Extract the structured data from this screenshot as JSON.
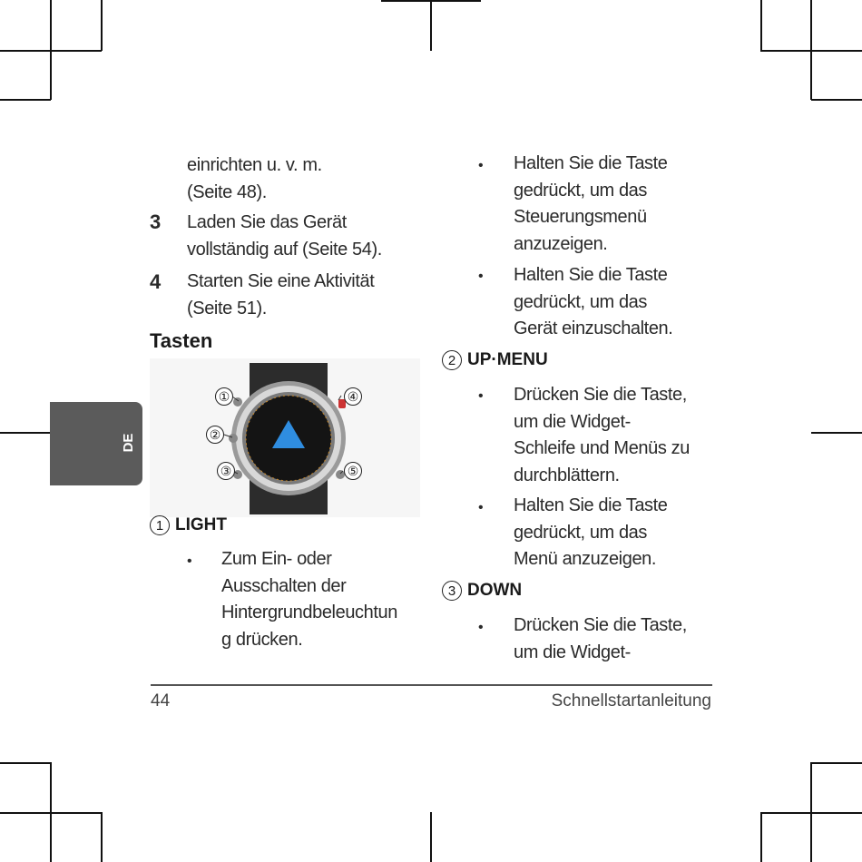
{
  "left_column": {
    "cont_lines": [
      "einrichten u. v. m.",
      "(Seite 48)."
    ],
    "step3": {
      "num": "3",
      "lines": [
        "Laden Sie das Gerät",
        "vollständig auf (Seite 54)."
      ]
    },
    "step4": {
      "num": "4",
      "lines": [
        "Starten Sie eine Aktivität",
        "(Seite 51)."
      ]
    },
    "heading": "Tasten",
    "callouts": [
      "①",
      "②",
      "③",
      "④",
      "⑤"
    ],
    "light": {
      "num": "1",
      "label": "LIGHT",
      "bullet_lines": [
        "Zum Ein- oder",
        "Ausschalten der",
        "Hintergrundbeleuchtun",
        "g drücken."
      ]
    }
  },
  "right_column": {
    "bullet1_lines": [
      "Halten Sie die Taste",
      "gedrückt, um das",
      "Steuerungsmenü",
      "anzuzeigen."
    ],
    "bullet2_lines": [
      "Halten Sie die Taste",
      "gedrückt, um das",
      "Gerät einzuschalten."
    ],
    "upmenu": {
      "num": "2",
      "label": "UP·MENU",
      "bullet1_lines": [
        "Drücken Sie die Taste,",
        "um die Widget-",
        "Schleife und Menüs zu",
        "durchblättern."
      ],
      "bullet2_lines": [
        "Halten Sie die Taste",
        "gedrückt, um das",
        "Menü anzuzeigen."
      ]
    },
    "down": {
      "num": "3",
      "label": "DOWN",
      "bullet1_lines": [
        "Drücken Sie die Taste,",
        "um die Widget-"
      ]
    },
    "bullet_char": "•"
  },
  "side_tab": {
    "label": "DE"
  },
  "footer": {
    "page": "44",
    "title": "Schnellstartanleitung"
  }
}
